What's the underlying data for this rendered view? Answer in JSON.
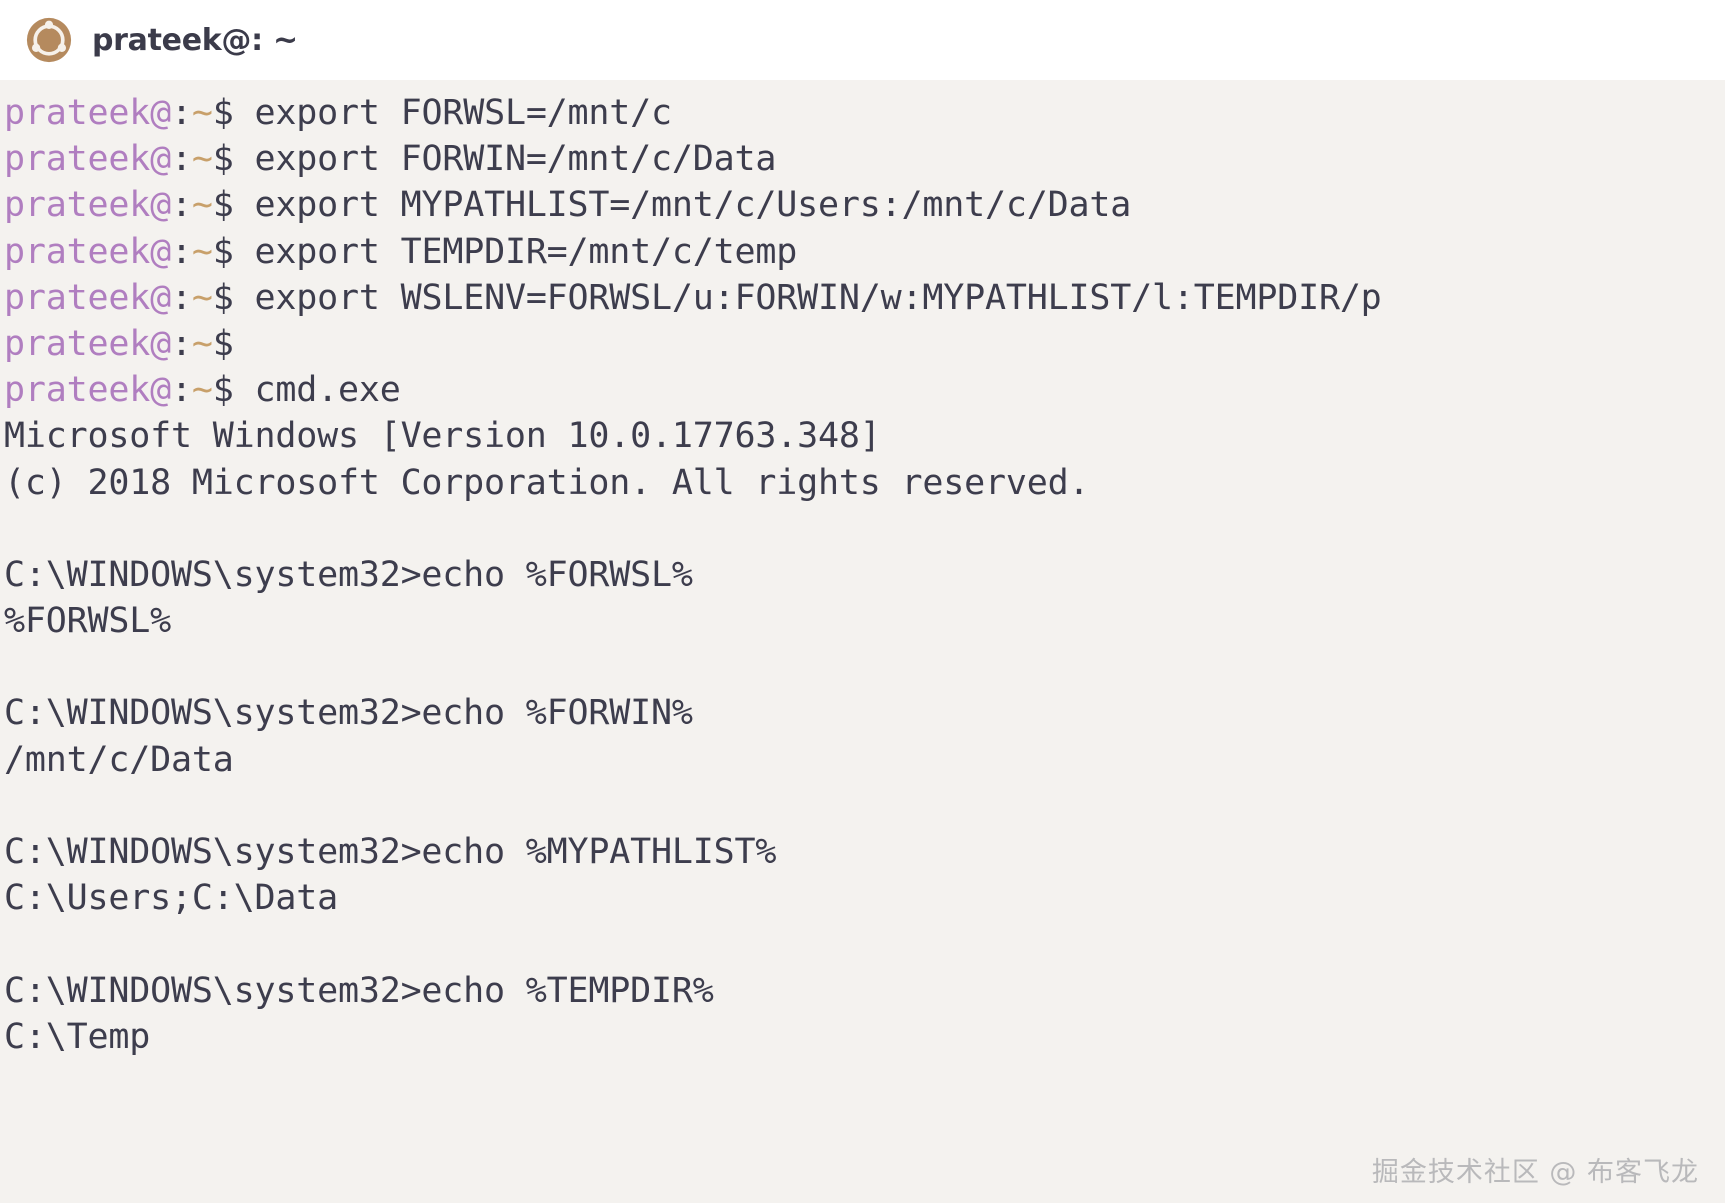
{
  "window": {
    "icon_name": "ubuntu-logo-icon",
    "title": "prateek@: ~",
    "titlebar_bg": "#ffffff",
    "terminal_bg": "#f4f2ef"
  },
  "colors": {
    "prompt_user": "#b07ec0",
    "prompt_path": "#c8a06a",
    "text": "#3d3d4d",
    "watermark": "#b9b9bb"
  },
  "terminal": {
    "prompt": {
      "user": "prateek@",
      "colon": ":",
      "path": "~",
      "dollar": "$"
    },
    "lines": [
      {
        "type": "prompt",
        "command": " export FORWSL=/mnt/c"
      },
      {
        "type": "prompt",
        "command": " export FORWIN=/mnt/c/Data"
      },
      {
        "type": "prompt",
        "command": " export MYPATHLIST=/mnt/c/Users:/mnt/c/Data"
      },
      {
        "type": "prompt",
        "command": " export TEMPDIR=/mnt/c/temp"
      },
      {
        "type": "prompt",
        "command": " export WSLENV=FORWSL/u:FORWIN/w:MYPATHLIST/l:TEMPDIR/p"
      },
      {
        "type": "prompt",
        "command": ""
      },
      {
        "type": "prompt",
        "command": " cmd.exe"
      },
      {
        "type": "output",
        "text": "Microsoft Windows [Version 10.0.17763.348]"
      },
      {
        "type": "output",
        "text": "(c) 2018 Microsoft Corporation. All rights reserved."
      },
      {
        "type": "output",
        "text": ""
      },
      {
        "type": "output",
        "text": "C:\\WINDOWS\\system32>echo %FORWSL%"
      },
      {
        "type": "output",
        "text": "%FORWSL%"
      },
      {
        "type": "output",
        "text": ""
      },
      {
        "type": "output",
        "text": "C:\\WINDOWS\\system32>echo %FORWIN%"
      },
      {
        "type": "output",
        "text": "/mnt/c/Data"
      },
      {
        "type": "output",
        "text": ""
      },
      {
        "type": "output",
        "text": "C:\\WINDOWS\\system32>echo %MYPATHLIST%"
      },
      {
        "type": "output",
        "text": "C:\\Users;C:\\Data"
      },
      {
        "type": "output",
        "text": ""
      },
      {
        "type": "output",
        "text": "C:\\WINDOWS\\system32>echo %TEMPDIR%"
      },
      {
        "type": "output",
        "text": "C:\\Temp"
      }
    ]
  },
  "watermark": {
    "text": "掘金技术社区 @ 布客飞龙"
  }
}
